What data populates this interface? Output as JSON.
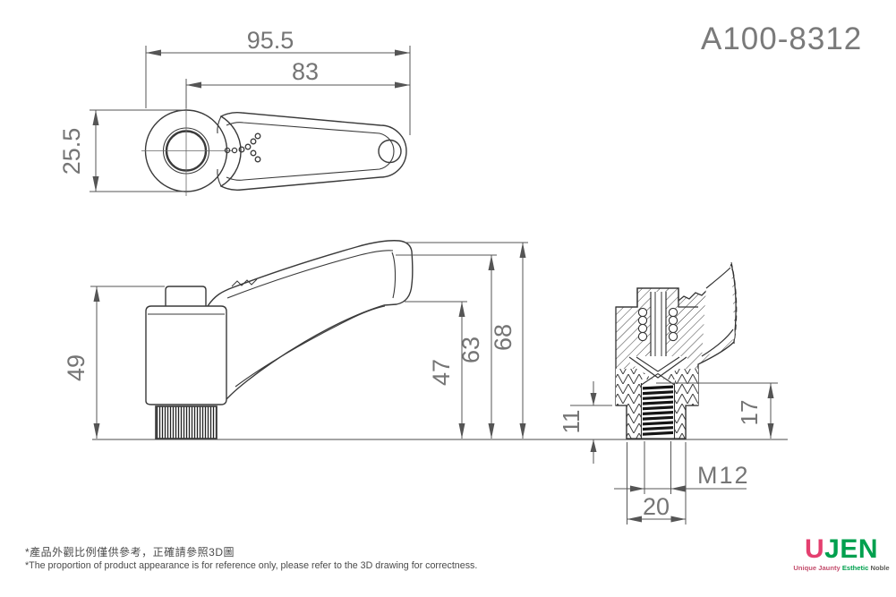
{
  "title": "A100-8312",
  "views": {
    "top": {
      "dim_overall_length": "95.5",
      "dim_center_to_end": "83",
      "dim_boss_diameter": "25.5"
    },
    "side": {
      "dim_body_height": "49",
      "dim_handle_underside_height": "47",
      "dim_handle_tip_height": "63",
      "dim_overall_height": "68"
    },
    "section": {
      "dim_stud_exposed_length": "11",
      "dim_thread_depth": "17",
      "dim_thread_spec": "M12",
      "dim_base_diameter": "20"
    }
  },
  "notes": {
    "zh": "*產品外觀比例僅供參考，正確請參照3D圖",
    "en": "*The proportion of product appearance is for reference only, please refer to the 3D drawing for correctness."
  },
  "logo": {
    "name_left": "U",
    "name_right": "JEN",
    "tagline": {
      "w1": "Unique",
      "w2": "Jaunty",
      "w3": "Esthetic",
      "w4": "Noble"
    }
  },
  "colors": {
    "object_line": "#3a3a3a",
    "dimension_line": "#555555",
    "dimension_text": "#757575",
    "title_text": "#7a7a7a",
    "logo_pink": "#e43f6f",
    "logo_green": "#00a04e"
  }
}
